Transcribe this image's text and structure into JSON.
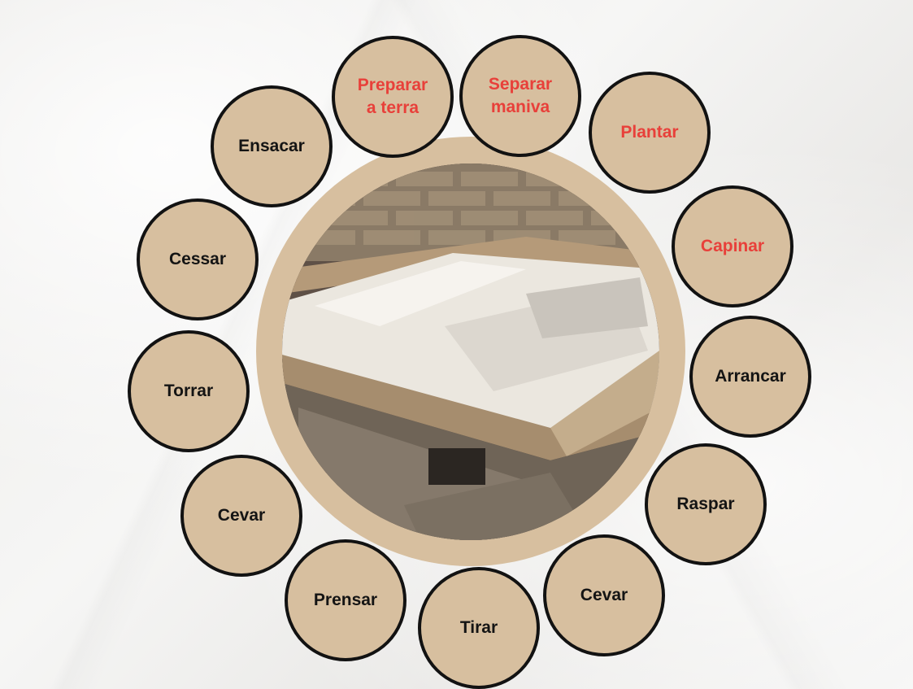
{
  "colors": {
    "circle_fill": "#d7bf9f",
    "circle_border": "#121212",
    "text_default": "#141414",
    "text_highlight": "#e8403a"
  },
  "center": {
    "image": "photo-manioc-flour-trough"
  },
  "steps": [
    {
      "label": "Preparar\na terra",
      "highlight": true
    },
    {
      "label": "Separar\nmaniva",
      "highlight": true
    },
    {
      "label": "Plantar",
      "highlight": true
    },
    {
      "label": "Capinar",
      "highlight": true
    },
    {
      "label": "Arrancar",
      "highlight": false
    },
    {
      "label": "Raspar",
      "highlight": false
    },
    {
      "label": "Cevar",
      "highlight": false
    },
    {
      "label": "Tirar",
      "highlight": false
    },
    {
      "label": "Prensar",
      "highlight": false
    },
    {
      "label": "Cevar",
      "highlight": false
    },
    {
      "label": "Torrar",
      "highlight": false
    },
    {
      "label": "Cessar",
      "highlight": false
    },
    {
      "label": "Ensacar",
      "highlight": false
    }
  ]
}
